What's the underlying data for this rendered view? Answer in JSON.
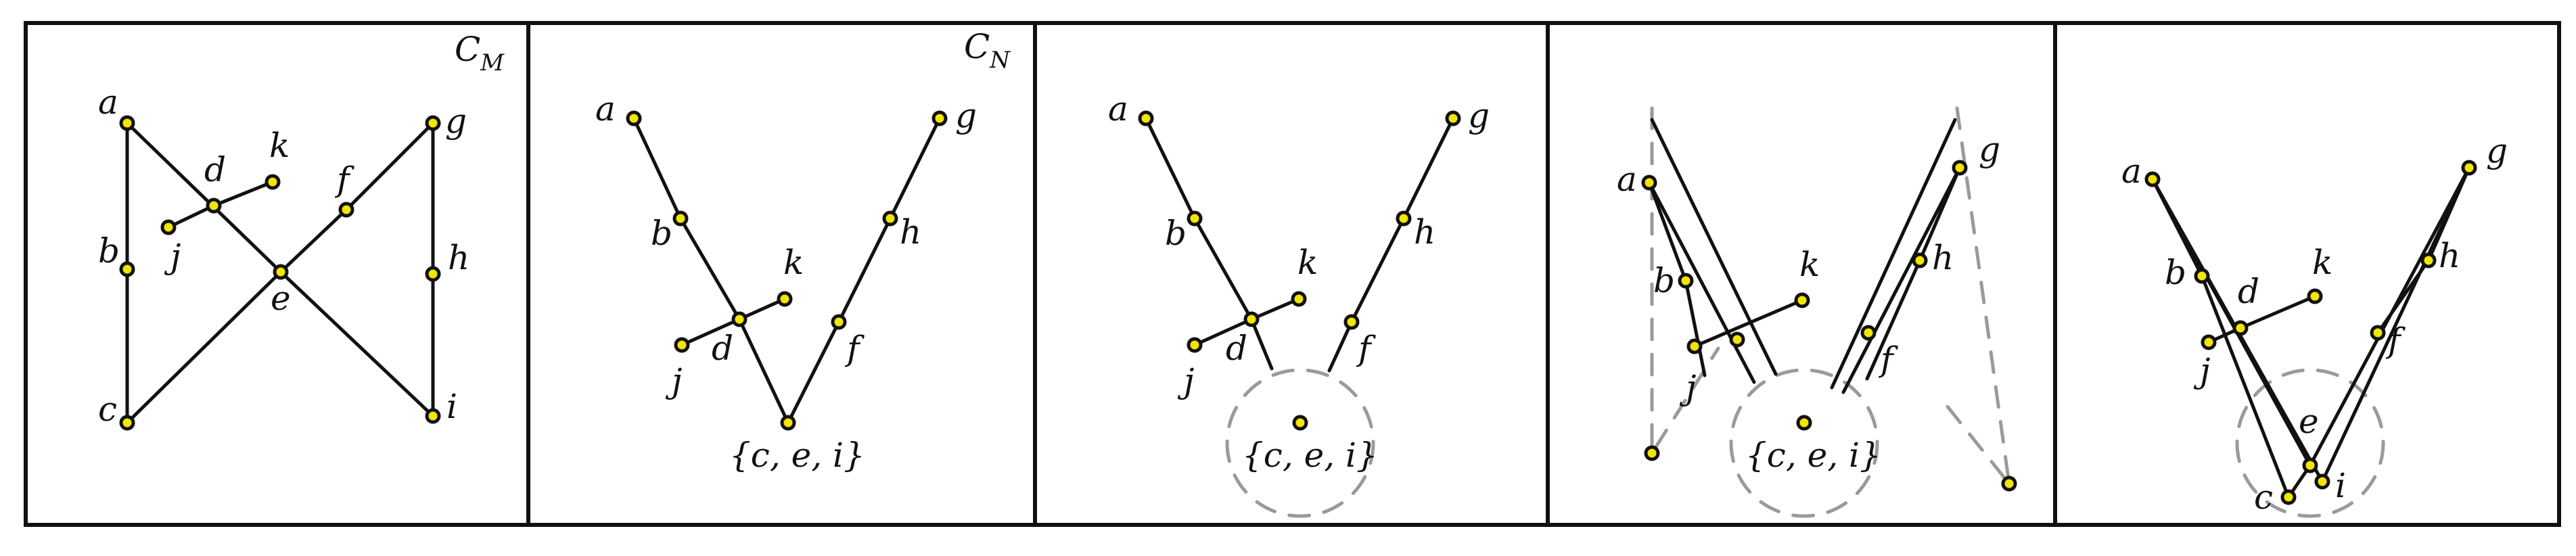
{
  "panels": [
    {
      "id": "p1",
      "title": "C",
      "title_sub": "M",
      "labels": [
        "a",
        "b",
        "c",
        "d",
        "e",
        "f",
        "g",
        "h",
        "i",
        "j",
        "k"
      ]
    },
    {
      "id": "p2",
      "title": "C",
      "title_sub": "N",
      "labels": [
        "a",
        "b",
        "d",
        "j",
        "k",
        "f",
        "g",
        "h"
      ],
      "merged_label": "{c, e, i}"
    },
    {
      "id": "p3",
      "labels": [
        "a",
        "b",
        "d",
        "j",
        "k",
        "f",
        "g",
        "h"
      ],
      "merged_label": "{c, e, i}"
    },
    {
      "id": "p4",
      "labels": [
        "a",
        "b",
        "j",
        "k",
        "f",
        "g",
        "h"
      ],
      "merged_label": "{c, e, i}"
    },
    {
      "id": "p5",
      "labels": [
        "a",
        "b",
        "d",
        "j",
        "k",
        "e",
        "c",
        "i",
        "f",
        "g",
        "h"
      ]
    }
  ],
  "colors": {
    "node_fill": "#f2e600",
    "stroke": "#111111",
    "dashed": "#9a9a9a"
  }
}
